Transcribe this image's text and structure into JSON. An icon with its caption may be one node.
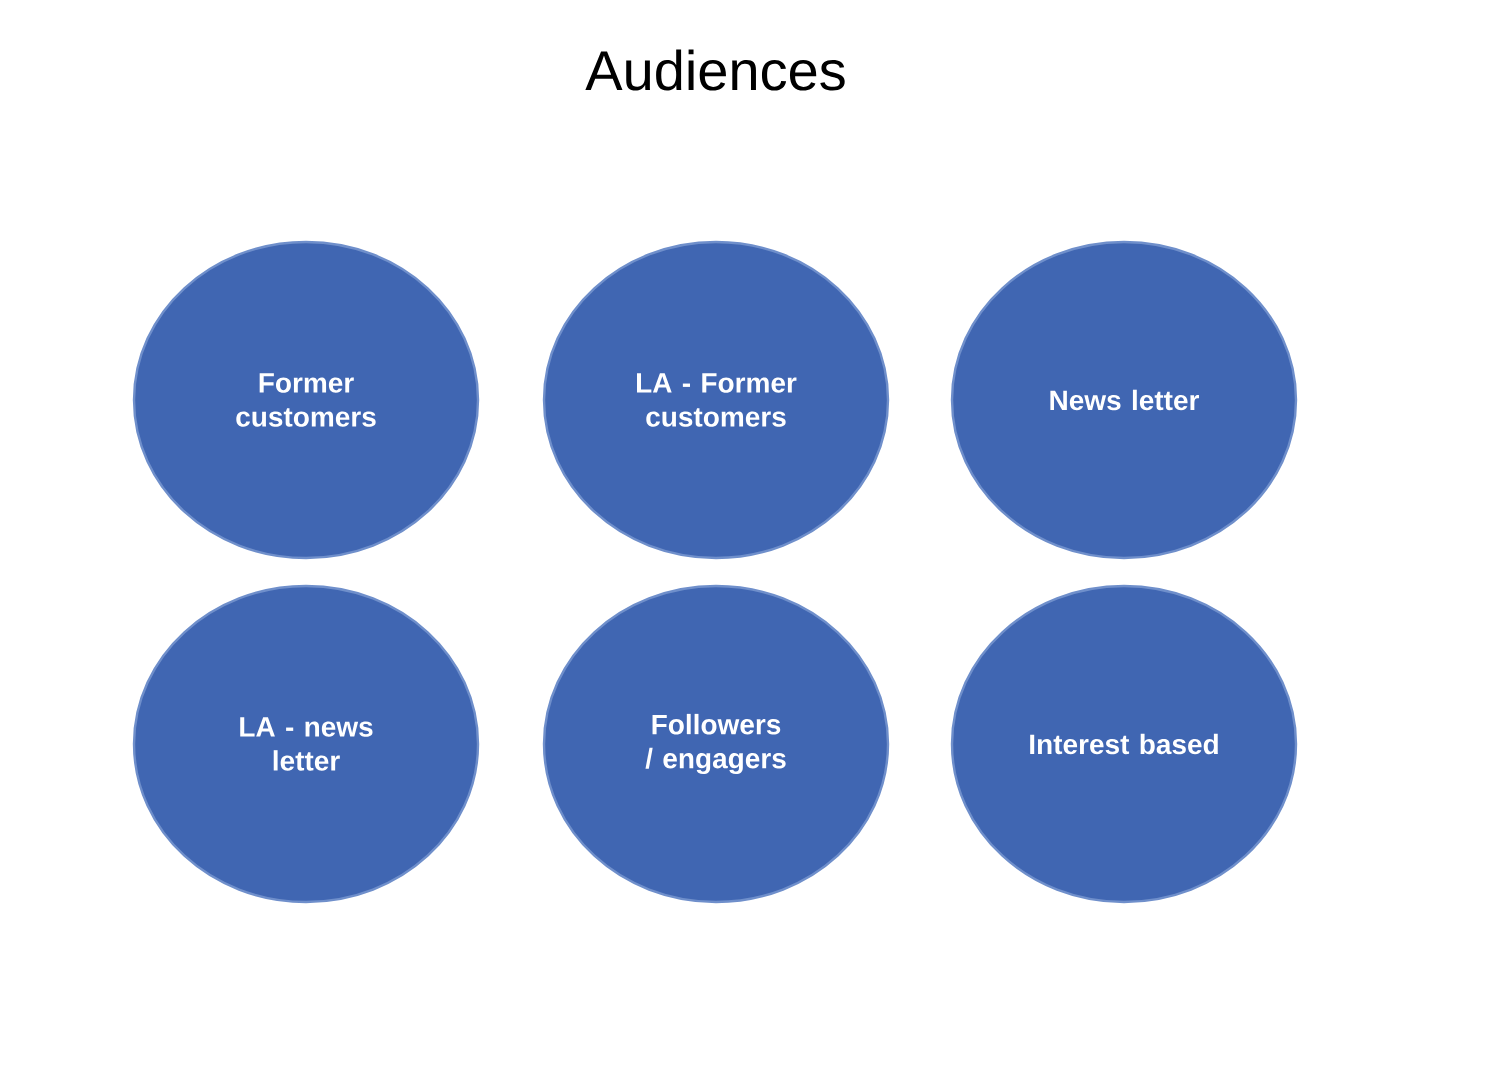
{
  "diagram": {
    "title": "Audiences",
    "nodes": [
      {
        "text": [
          "Former customers"
        ]
      },
      {
        "text": [
          "LA - Former customers"
        ]
      },
      {
        "text": [
          "News letter"
        ]
      },
      {
        "text": [
          "LA - news letter"
        ]
      },
      {
        "text": [
          "Followers / engagers"
        ]
      },
      {
        "text": [
          "Interest based"
        ]
      }
    ]
  }
}
